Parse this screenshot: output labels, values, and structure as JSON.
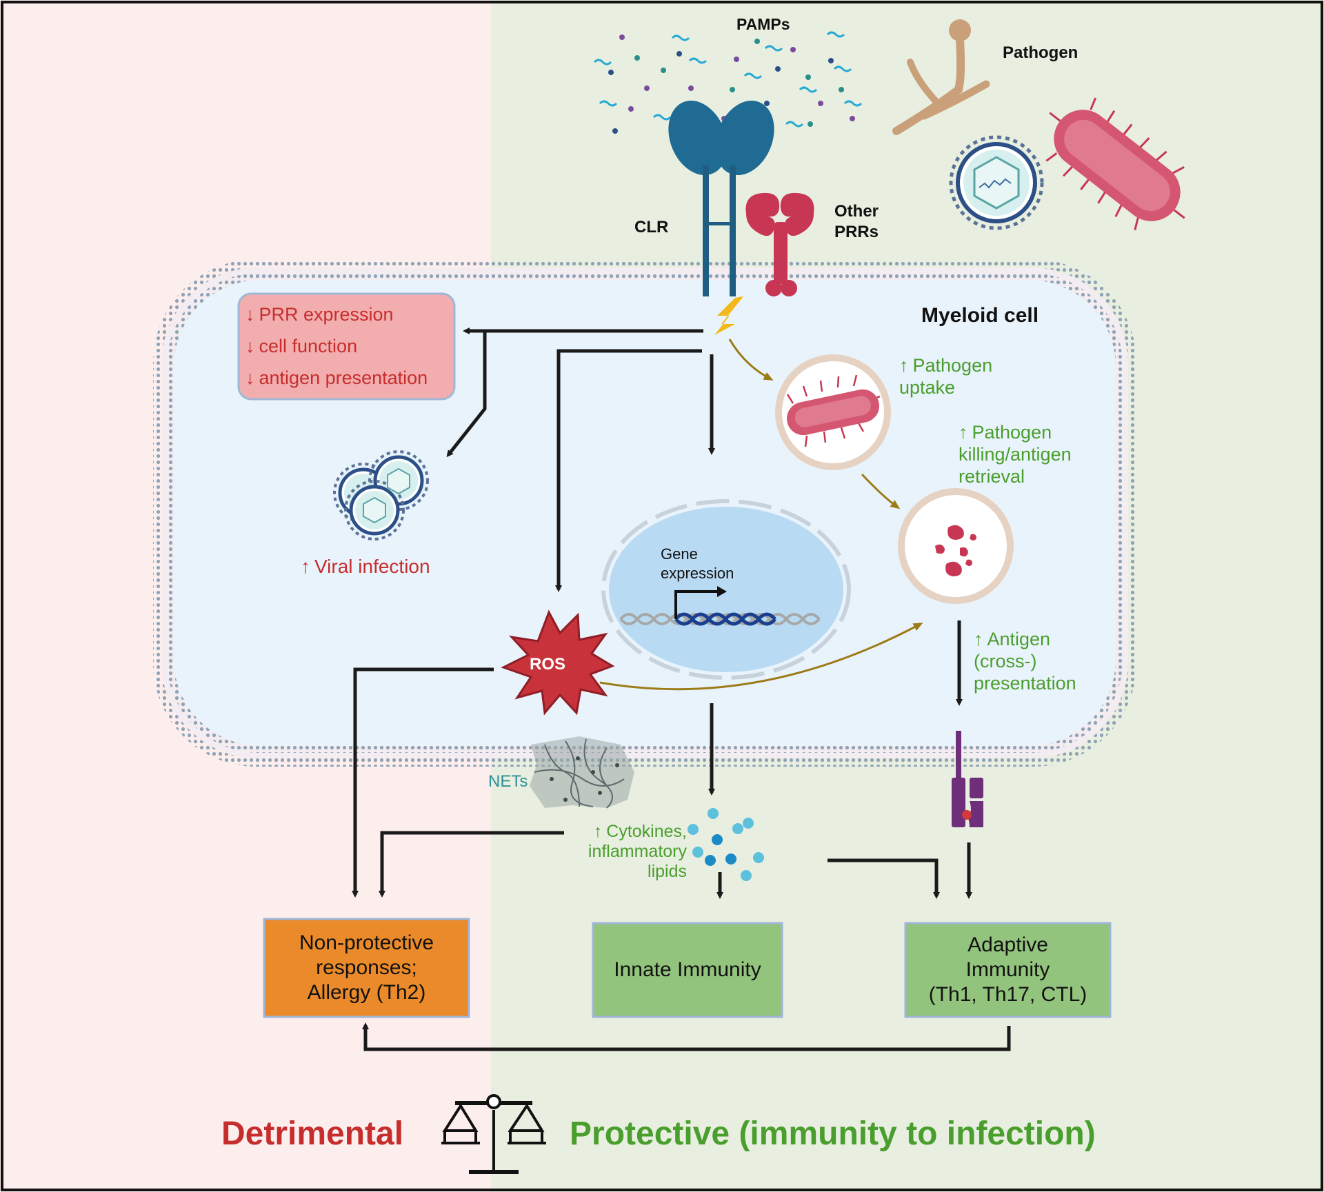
{
  "colors": {
    "detrimental_bg": "#fdeeee",
    "protective_bg": "#e8efe0",
    "cell_fill": "#e9f3fb",
    "membrane": "#8fa3b5",
    "clr_blue": "#1f6b94",
    "prr_red": "#c73653",
    "bacteria": "#d55670",
    "red_text": "#c62d2d",
    "green_text": "#4a9e2e",
    "orange_box": "#ea8a2a",
    "green_box": "#93c47d",
    "arrow_gold": "#9c7b18",
    "nucleus": "#b9daf3"
  },
  "labels": {
    "pamps": "PAMPs",
    "pathogen": "Pathogen",
    "clr": "CLR",
    "other_prrs": [
      "Other",
      "PRRs"
    ],
    "myeloid_cell": "Myeloid cell",
    "gene_expression": [
      "Gene",
      "expression"
    ],
    "ros": "ROS",
    "nets": "NETs",
    "viral_infection": "Viral infection"
  },
  "inhibition_box": {
    "items": [
      "PRR expression",
      "cell function",
      "antigen presentation"
    ]
  },
  "green_notes": {
    "pathogen_uptake": [
      "Pathogen",
      "uptake"
    ],
    "pathogen_killing": [
      "Pathogen",
      "killing/antigen",
      "retrieval"
    ],
    "antigen_presentation": [
      "Antigen",
      "(cross-)",
      "presentation"
    ],
    "cytokines": [
      "Cytokines,",
      "inflammatory",
      "lipids"
    ]
  },
  "outcomes": {
    "non_protective": [
      "Non-protective",
      "responses;",
      "Allergy (Th2)"
    ],
    "innate": "Innate Immunity",
    "adaptive": [
      "Adaptive",
      "Immunity",
      "(Th1, Th17, CTL)"
    ]
  },
  "footer": {
    "detrimental": "Detrimental",
    "protective": "Protective (immunity to infection)"
  },
  "icons": {
    "arrow_up": "↑",
    "arrow_down": "↓"
  }
}
